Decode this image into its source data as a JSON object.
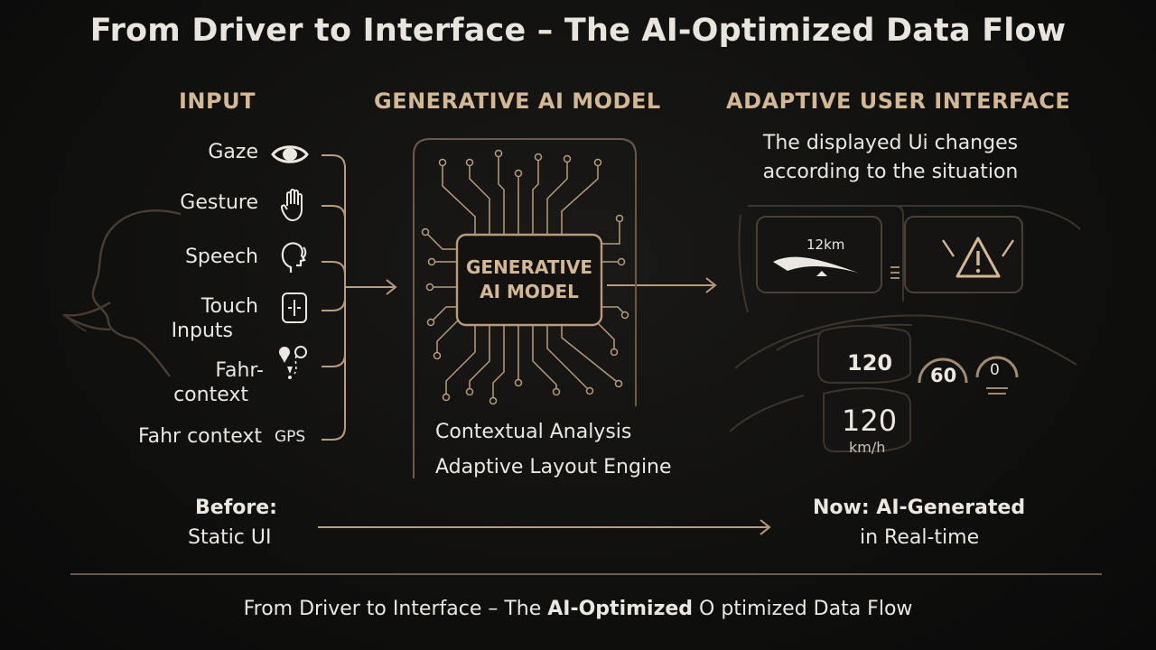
{
  "title": "From Driver to Interface – The AI-Optimized Data Flow",
  "headings": {
    "input": "INPUT",
    "model": "GENERATIVE AI MODEL",
    "ui": "ADAPTIVE USER INTERFACE"
  },
  "inputs": [
    {
      "label": "Gaze",
      "icon": "eye-icon"
    },
    {
      "label": "Gesture",
      "icon": "hand-icon"
    },
    {
      "label": "Speech",
      "icon": "speaking-head-icon"
    },
    {
      "label_1": "Touch",
      "label_2": "Inputs",
      "icon": "touch-icon"
    },
    {
      "label_1": "Fahr-",
      "label_2": "context",
      "icon": "location-pin-icon"
    },
    {
      "label": "Fahr context",
      "icon_text": "GPS"
    }
  ],
  "model": {
    "chip_line_1": "GENERATIVE",
    "chip_line_2": "AI MODEL",
    "text_1": "Contextual Analysis",
    "text_2": "Adaptive Layout Engine"
  },
  "ui": {
    "desc_line_1": "The displayed Ui changes",
    "desc_line_2": "according to the situation"
  },
  "dashboard": {
    "nav_distance": "12km",
    "speed_top": "120",
    "speed_main": "120",
    "speed_unit": "km/h",
    "gauge_1": "60",
    "gauge_2": "0"
  },
  "before": {
    "line_1": "Before:",
    "line_2": "Static UI"
  },
  "now": {
    "line_1": "Now: AI-Generated",
    "line_2": "in Real-time"
  },
  "footer": {
    "part_1": "From Driver to Interface – The ",
    "bold": "AI-Optimized",
    "part_2": " O ptimized Data Flow"
  },
  "colors": {
    "background": "#0e0e0d",
    "accent": "#d4b895",
    "text": "#ece7df",
    "line": "#b89c7c"
  }
}
